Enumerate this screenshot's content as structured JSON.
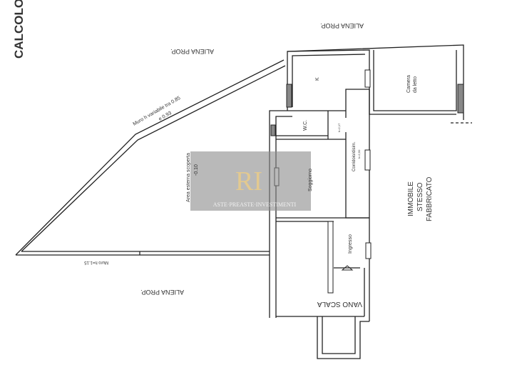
{
  "title": "CALCOLO",
  "labels": {
    "aliena_top": "ALIENA PROP.",
    "aliena_left": "ALIENA PROP.",
    "aliena_bottom": "ALIENA PROP.",
    "muro_variabile_1": "Muro h variabile tra 0.85",
    "muro_variabile_2": "e 0.93",
    "muro_basso": "Muro h=1.15",
    "area_esterna_1": "Area esterna scoperta",
    "area_esterna_2": "-0.10",
    "immobile_1": "IMMOBILE",
    "immobile_2": "STESSO",
    "immobile_3": "FABBRICATO"
  },
  "rooms": {
    "kitchen": "K",
    "bedroom_1": "Camera",
    "bedroom_2": "da letto",
    "wc": "W.C.",
    "closet_height": "h=2,17",
    "corridor": "Corridoio/disim.",
    "corridor_height": "h=2,50",
    "living": "Soggiorno",
    "entrance": "Ingresso",
    "stairwell": "VANO SCALA"
  },
  "watermark": {
    "text": "ASTE·PREASTE·INVESTIMENTI",
    "logo": "RI"
  }
}
